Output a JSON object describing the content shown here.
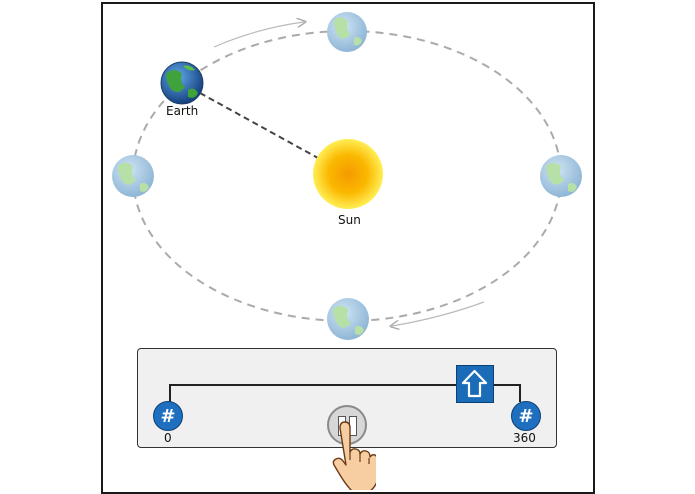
{
  "labels": {
    "earth": "Earth",
    "sun": "Sun"
  },
  "slider": {
    "min": "0",
    "max": "360",
    "value_fraction": 0.87
  },
  "icons": {
    "min_button": "#",
    "max_button": "#",
    "handle": "up-arrow-icon",
    "pause": "pause-icon",
    "hand": "pointing-hand-icon"
  },
  "colors": {
    "sun_core": "#f5a000",
    "sun_edge": "#ffe84a",
    "earth_ocean": "#2a6fc4",
    "earth_land": "#3fa23a",
    "ghost_ocean": "#9ec4e0",
    "ghost_land": "#b7e0a6",
    "button_blue": "#1e6fbf",
    "orbit": "#aaaaaa"
  }
}
